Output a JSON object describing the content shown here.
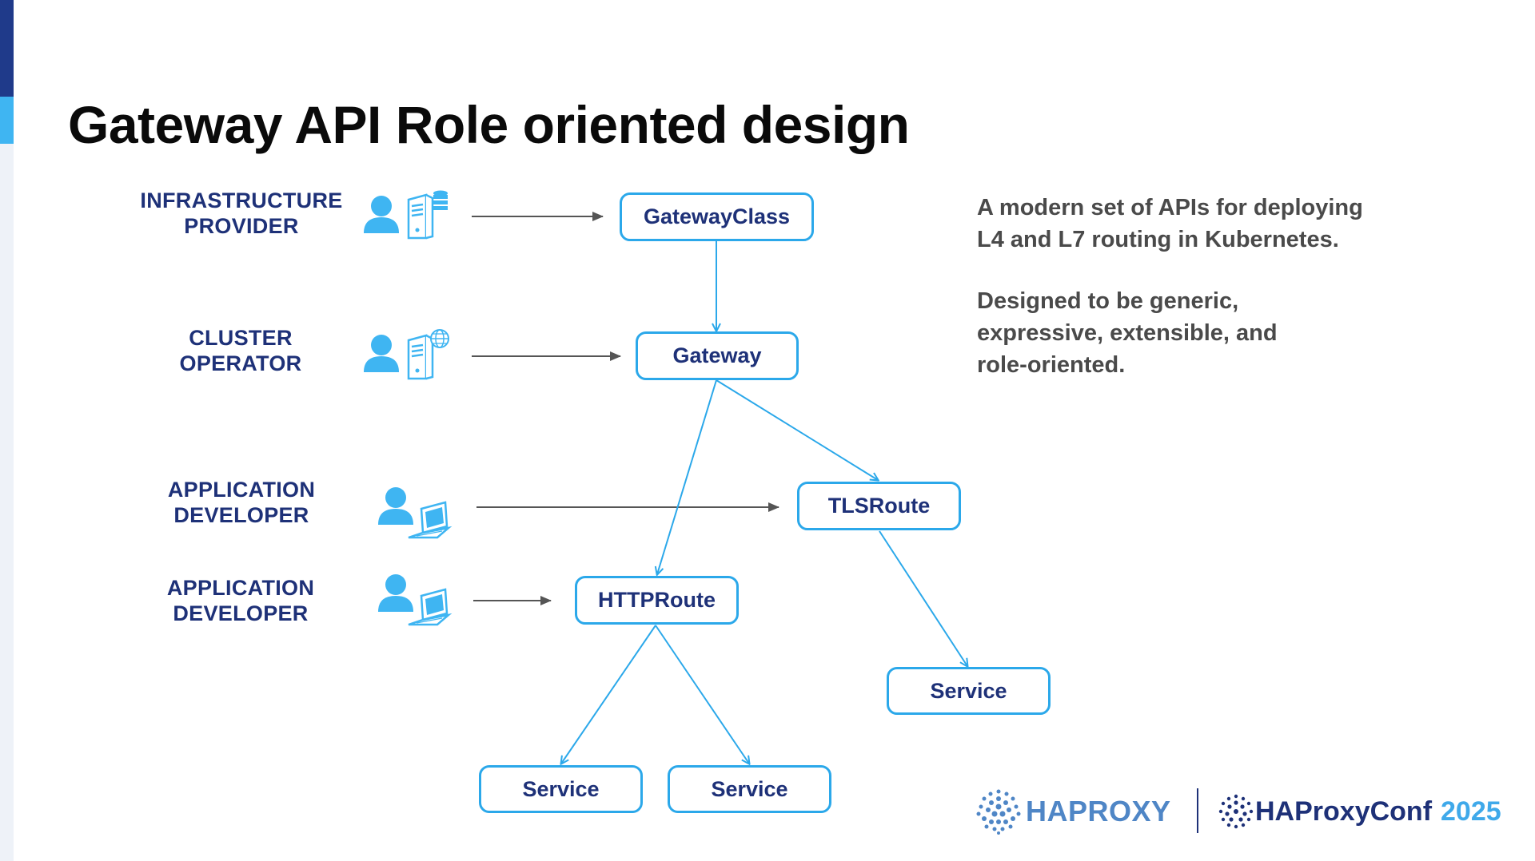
{
  "title": "Gateway API Role oriented design",
  "roles": [
    {
      "line1": "INFRASTRUCTURE",
      "line2": "PROVIDER"
    },
    {
      "line1": "CLUSTER",
      "line2": "OPERATOR"
    },
    {
      "line1": "APPLICATION",
      "line2": "DEVELOPER"
    },
    {
      "line1": "APPLICATION",
      "line2": "DEVELOPER"
    }
  ],
  "icons": [
    "user-server-db-icon",
    "user-server-globe-icon",
    "user-laptop-icon",
    "user-laptop-icon"
  ],
  "nodes": {
    "gatewayclass": "GatewayClass",
    "gateway": "Gateway",
    "tlsroute": "TLSRoute",
    "httproute": "HTTPRoute",
    "service_tls": "Service",
    "service_http_1": "Service",
    "service_http_2": "Service"
  },
  "description": {
    "para1_line1": "A modern set of APIs for deploying",
    "para1_line2": "L4 and L7 routing in Kubernetes.",
    "para2_line1": "Designed to be generic,",
    "para2_line2": "expressive, extensible, and",
    "para2_line3": "role-oriented."
  },
  "footer": {
    "brand": "HAPROXY",
    "conf_name": "HAProxyConf",
    "conf_year": "2025"
  },
  "colors": {
    "accent": "#2ba8ea",
    "navy": "#1e3178",
    "icon": "#3fb5f2",
    "arrow_gray": "#555555"
  }
}
